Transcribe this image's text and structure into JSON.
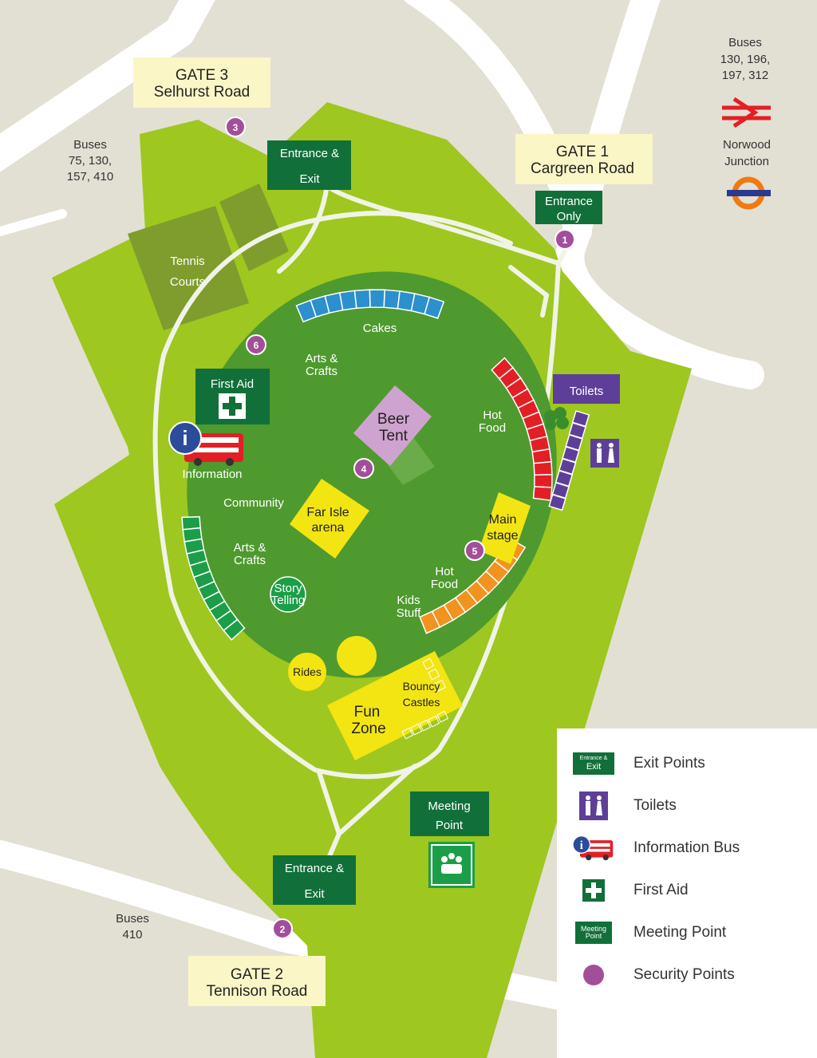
{
  "gates": {
    "gate3": {
      "title": "GATE 3",
      "road": "Selhurst Road"
    },
    "gate1": {
      "title": "GATE 1",
      "road": "Cargreen Road"
    },
    "gate2": {
      "title": "GATE 2",
      "road": "Tennison Road"
    }
  },
  "buses": {
    "northwest": [
      "Buses",
      "75, 130,",
      "157, 410"
    ],
    "northeast": [
      "Buses",
      "130, 196,",
      "197, 312"
    ],
    "southwest": [
      "Buses",
      "410"
    ]
  },
  "station": [
    "Norwood",
    "Junction"
  ],
  "signs": {
    "exit_small": "Entrance &",
    "exit_big": "Exit",
    "entrance_only": [
      "Entrance",
      "Only"
    ]
  },
  "areas": {
    "tennis": [
      "Tennis",
      "Courts"
    ],
    "first_aid": "First Aid",
    "information": "Information",
    "toilets": "Toilets",
    "cakes": "Cakes",
    "arts_crafts": [
      "Arts &",
      "Crafts"
    ],
    "hot_food": [
      "Hot",
      "Food"
    ],
    "beer_tent": [
      "Beer",
      "Tent"
    ],
    "community": "Community",
    "far_isle": [
      "Far Isle",
      "arena"
    ],
    "main_stage": [
      "Main",
      "stage"
    ],
    "story_telling": [
      "Story",
      "Telling"
    ],
    "kids_stuff": [
      "Kids",
      "Stuff"
    ],
    "rides": "Rides",
    "bouncy_castles": [
      "Bouncy",
      "Castles"
    ],
    "fun_zone": [
      "Fun",
      "Zone"
    ],
    "meeting_point": [
      "Meeting",
      "Point"
    ]
  },
  "security_points": [
    "1",
    "2",
    "3",
    "4",
    "5",
    "6"
  ],
  "legend": {
    "items": [
      {
        "label": "Exit Points",
        "icon": "exit-sign-icon",
        "icon_text": [
          "Entrance &",
          "Exit"
        ]
      },
      {
        "label": "Toilets",
        "icon": "toilets-icon"
      },
      {
        "label": "Information Bus",
        "icon": "information-bus-icon"
      },
      {
        "label": "First Aid",
        "icon": "first-aid-icon"
      },
      {
        "label": "Meeting Point",
        "icon": "meeting-point-sign-icon",
        "icon_text": [
          "Meeting",
          "Point"
        ]
      },
      {
        "label": "Security Points",
        "icon": "security-point-icon"
      }
    ]
  },
  "colors": {
    "road": "#ffffff",
    "park_light": "#9ec720",
    "park_mid": "#8db81e",
    "field": "#4e9a2e",
    "sign_green": "#11703a",
    "security": "#a24f9a",
    "toilets": "#5d3f99",
    "cakes_stalls": "#2c8fce",
    "hot_food_stalls": "#e31f26",
    "food_stalls_south": "#f29320",
    "community_stalls": "#1c9e48",
    "yellow": "#f2e512",
    "beer_tent": "#cfa3cf",
    "label_bg": "#fbf6c6"
  }
}
